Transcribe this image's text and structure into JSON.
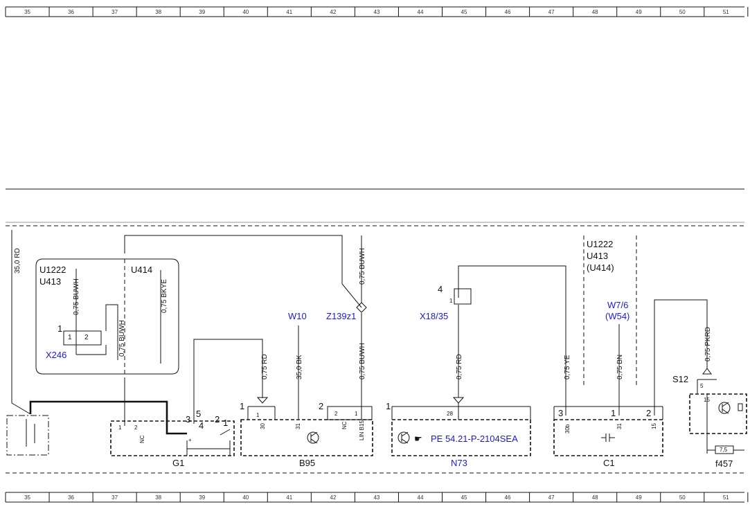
{
  "ruler": [
    "35",
    "36",
    "37",
    "38",
    "39",
    "40",
    "41",
    "42",
    "43",
    "44",
    "45",
    "46",
    "47",
    "48",
    "49",
    "50",
    "51"
  ],
  "components": {
    "g1": "G1",
    "b95": "B95",
    "n73": "N73",
    "c1": "C1",
    "f457": "f457",
    "s12": "S12",
    "x246": "X246",
    "w10": "W10",
    "z139z1": "Z139z1",
    "x18_35": "X18/35",
    "w7_6": "W7/6",
    "w54": "(W54)"
  },
  "variants": {
    "u1222_left": "U1222",
    "u413_left": "U413",
    "u414_left": "U414",
    "u1222_right": "U1222",
    "u413_right": "U413",
    "u414_right": "(U414)"
  },
  "wires": {
    "w_35rd": "35,0 RD",
    "w_buwh_1": "0,75 BUWH",
    "w_buwh_2": "0,75 BUWH",
    "w_bkye": "0,75 BKYE",
    "w_rd_b95": "0,75 RD",
    "w_bk_w10": "35,0 BK",
    "w_buwh_top": "0,75 BUWH",
    "w_buwh_b95": "0,75 BUWH",
    "w_rd_n73": "0,75 RD",
    "w_ye": "0,75 YE",
    "w_bn": "0,75 BN",
    "w_pkrd": "0,75 PKRD"
  },
  "pins": {
    "x246_1": "1",
    "x246_2": "2",
    "x246_1b": "1",
    "g1_1": "1",
    "g1_2": "2",
    "g1_nc": "NC",
    "g1_3": "3",
    "g1_5": "5",
    "g1_4": "4",
    "g1_2b": "2",
    "g1_1b": "1",
    "g1_plus": "+",
    "b95_conn1": "1",
    "b95_p1": "1",
    "b95_30": "30",
    "b95_31": "31",
    "b95_conn2": "2",
    "b95_p2": "2",
    "b95_nc": "NC",
    "b95_p1b": "1",
    "b95_lin": "LIN B15",
    "n73_conn": "1",
    "n73_28": "28",
    "x18_pin4": "4",
    "x18_pin1": "1",
    "c1_3": "3",
    "c1_30b": "30b",
    "c1_1": "1",
    "c1_31": "31",
    "c1_2": "2",
    "c1_15": "15",
    "s12_5": "5",
    "s12_15": "15",
    "f457_val": "7,5"
  },
  "references": {
    "n73_ref": "PE 54.21-P-2104SEA"
  },
  "colors": {
    "link_blue": "#1a1ad6",
    "line": "#111111"
  }
}
